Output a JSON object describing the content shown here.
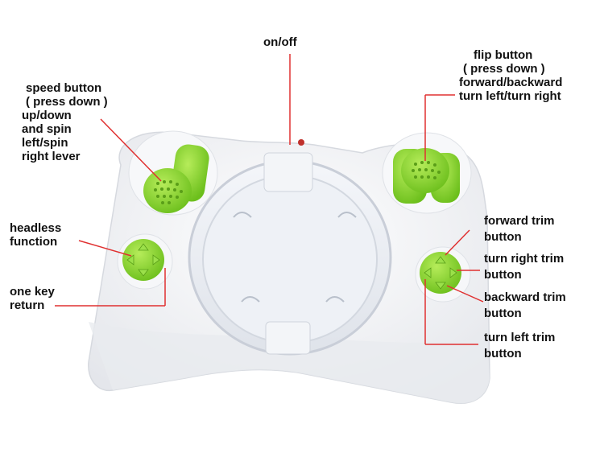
{
  "labels": {
    "on_off": [
      "on/off"
    ],
    "speed_button": [
      "speed button",
      "( press down )",
      "up/down",
      "and spin",
      "left/spin",
      "right lever"
    ],
    "flip_button": [
      "flip button",
      "( press down )",
      "forward/backward",
      "turn left/turn right"
    ],
    "headless": [
      "headless",
      "function"
    ],
    "one_key_return": [
      "one key",
      "return"
    ],
    "forward_trim": [
      "forward trim",
      "button"
    ],
    "turn_right_trim": [
      "turn right trim",
      "button"
    ],
    "backward_trim": [
      "backward trim",
      "button"
    ],
    "turn_left_trim": [
      "turn left trim",
      "button"
    ]
  },
  "colors": {
    "accent_green": "#8fd62e",
    "pointer_red": "#e03030",
    "body_white": "#f2f3f6"
  }
}
